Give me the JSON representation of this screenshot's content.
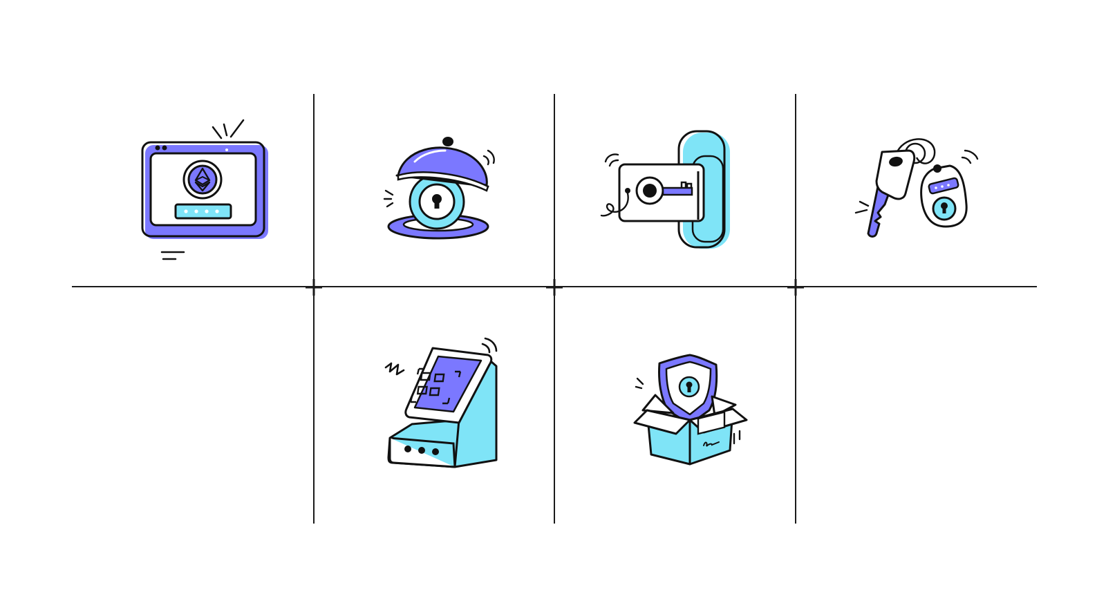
{
  "palette": {
    "purple": "#7b78ff",
    "cyan": "#7fe4f7",
    "ink": "#111111",
    "background": "#ffffff",
    "grid": "#1a1a1a"
  },
  "cells": [
    {
      "icon": "ethereum-wallet-screen-icon",
      "row": 1,
      "col": 1
    },
    {
      "icon": "cloche-lock-icon",
      "row": 1,
      "col": 2
    },
    {
      "icon": "key-card-door-icon",
      "row": 1,
      "col": 3
    },
    {
      "icon": "car-key-fob-icon",
      "row": 1,
      "col": 4
    },
    {
      "icon": "qr-kiosk-icon",
      "row": 2,
      "col": 2
    },
    {
      "icon": "shield-box-icon",
      "row": 2,
      "col": 3
    }
  ]
}
